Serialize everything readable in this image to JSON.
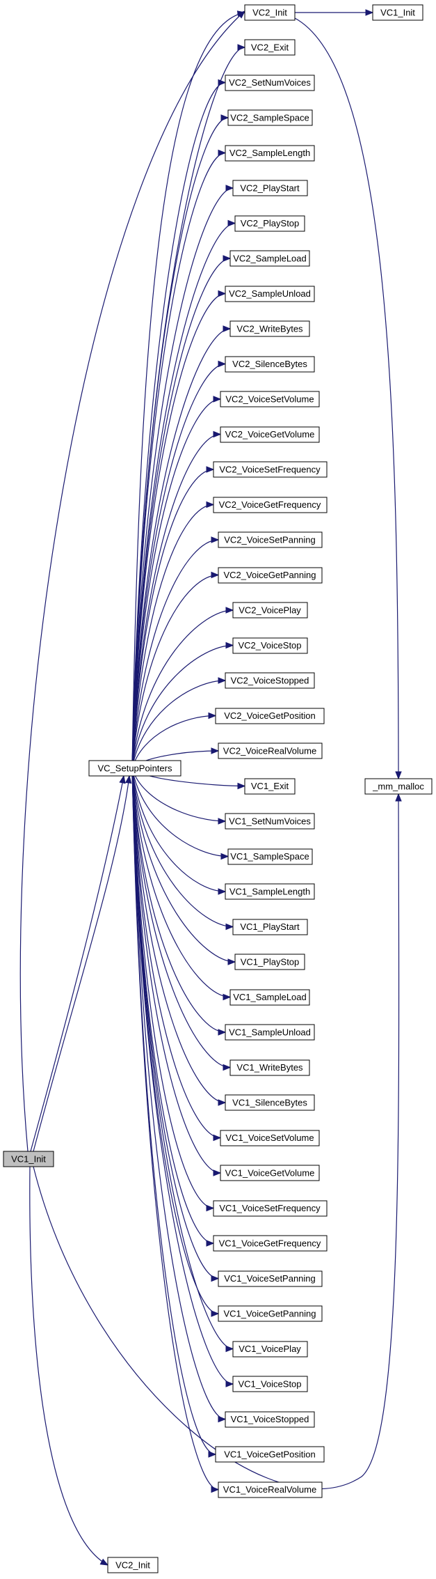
{
  "nodes": {
    "root": "VC1_Init",
    "setup": "VC_SetupPointers",
    "malloc": "_mm_malloc",
    "vc2_init_bottom": "VC2_Init",
    "vc2_init_top": "VC2_Init",
    "vc1_init_right": "VC1_Init",
    "list": [
      "VC2_Exit",
      "VC2_SetNumVoices",
      "VC2_SampleSpace",
      "VC2_SampleLength",
      "VC2_PlayStart",
      "VC2_PlayStop",
      "VC2_SampleLoad",
      "VC2_SampleUnload",
      "VC2_WriteBytes",
      "VC2_SilenceBytes",
      "VC2_VoiceSetVolume",
      "VC2_VoiceGetVolume",
      "VC2_VoiceSetFrequency",
      "VC2_VoiceGetFrequency",
      "VC2_VoiceSetPanning",
      "VC2_VoiceGetPanning",
      "VC2_VoicePlay",
      "VC2_VoiceStop",
      "VC2_VoiceStopped",
      "VC2_VoiceGetPosition",
      "VC2_VoiceRealVolume",
      "VC1_Exit",
      "VC1_SetNumVoices",
      "VC1_SampleSpace",
      "VC1_SampleLength",
      "VC1_PlayStart",
      "VC1_PlayStop",
      "VC1_SampleLoad",
      "VC1_SampleUnload",
      "VC1_WriteBytes",
      "VC1_SilenceBytes",
      "VC1_VoiceSetVolume",
      "VC1_VoiceGetVolume",
      "VC1_VoiceSetFrequency",
      "VC1_VoiceGetFrequency",
      "VC1_VoiceSetPanning",
      "VC1_VoiceGetPanning",
      "VC1_VoicePlay",
      "VC1_VoiceStop",
      "VC1_VoiceStopped",
      "VC1_VoiceGetPosition",
      "VC1_VoiceRealVolume"
    ]
  },
  "colors": {
    "edge": "#191970",
    "root_fill": "#bfbfbf",
    "node_border": "#000000"
  }
}
